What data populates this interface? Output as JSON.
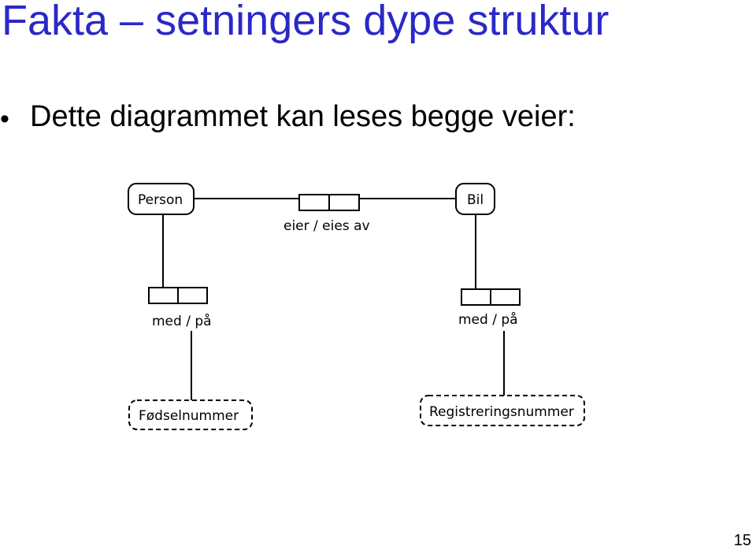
{
  "slide": {
    "title": "Fakta – setningers dype struktur",
    "bullet": "Dette diagrammet kan leses begge veier:",
    "page_number": "15"
  },
  "diagram": {
    "objects": {
      "person": "Person",
      "bil": "Bil"
    },
    "values": {
      "fodselsnummer": "Fødselnummer",
      "registreringsnummer": "Registreringsnummer"
    },
    "roles": {
      "owner": "eier / eies av",
      "person_id": "med / på",
      "bil_id": "med / på"
    }
  },
  "colors": {
    "title": "#2b28c8",
    "line": "#000000"
  }
}
